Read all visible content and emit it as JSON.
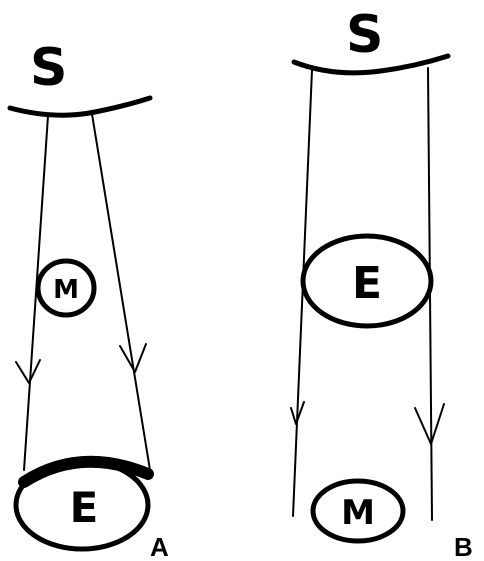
{
  "panels": [
    {
      "id": "A",
      "label": "A",
      "source_label": "S",
      "bodies": [
        {
          "role": "middle",
          "label": "M"
        },
        {
          "role": "bottom",
          "label": "E"
        }
      ]
    },
    {
      "id": "B",
      "label": "B",
      "source_label": "S",
      "bodies": [
        {
          "role": "middle",
          "label": "E"
        },
        {
          "role": "bottom",
          "label": "M"
        }
      ]
    }
  ]
}
